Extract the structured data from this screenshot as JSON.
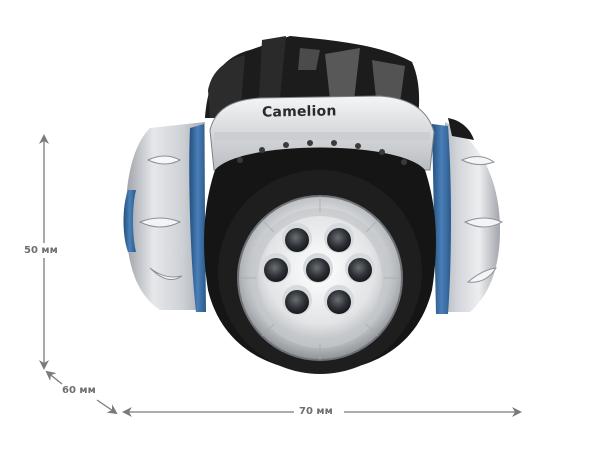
{
  "product": {
    "brand": "Camelion",
    "type": "headlamp",
    "led_count": 7,
    "colors": {
      "housing": "#c9ccd1",
      "accent": "#3d6fa6",
      "bezel": "#151515",
      "strap": "#1c1c1c",
      "strap_pattern": "#6c6c6c"
    }
  },
  "dimensions": {
    "height": {
      "label": "50 мм"
    },
    "depth": {
      "label": "60 мм"
    },
    "width": {
      "label": "70 мм"
    },
    "arrow_color": "#7a7a7a"
  }
}
